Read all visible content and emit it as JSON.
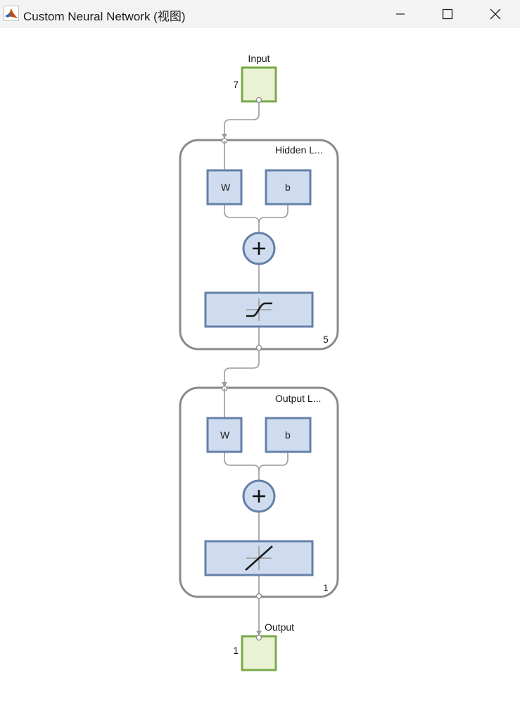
{
  "window": {
    "title": "Custom Neural Network (视图)",
    "controls": {
      "minimize_icon": "minimize-icon",
      "maximize_icon": "maximize-icon",
      "close_icon": "close-icon"
    }
  },
  "diagram": {
    "input": {
      "label": "Input",
      "size": "7"
    },
    "layers": [
      {
        "label": "Hidden L...",
        "weight_label": "W",
        "bias_label": "b",
        "sum_symbol": "+",
        "transfer_icon": "sigmoid-transfer-icon",
        "size": "5"
      },
      {
        "label": "Output L...",
        "weight_label": "W",
        "bias_label": "b",
        "sum_symbol": "+",
        "transfer_icon": "linear-transfer-icon",
        "size": "1"
      }
    ],
    "output": {
      "label": "Output",
      "size": "1"
    }
  },
  "colors": {
    "titlebar": "#f3f3f3",
    "io_fill": "#e9f2d3",
    "io_border": "#79a948",
    "block_fill": "#cfdcf0",
    "block_border": "#6580a8",
    "layer_border": "#8a8a8a",
    "wire": "#9a9a9a"
  }
}
